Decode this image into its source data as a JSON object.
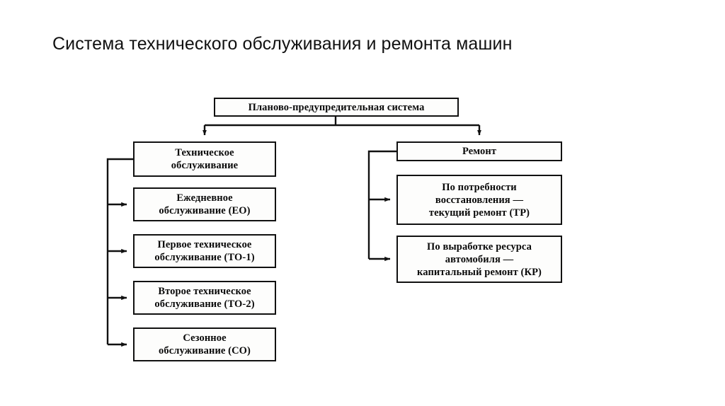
{
  "page": {
    "title": "Система технического обслуживания и ремонта машин",
    "background_color": "#ffffff",
    "line_color": "#111111",
    "text_color": "#0a0a0a"
  },
  "diagram": {
    "type": "hierarchy-flowchart",
    "root": {
      "id": "root",
      "label": "Планово-предупредительная система"
    },
    "branches": [
      {
        "id": "to",
        "label": "Техническое\nобслуживание",
        "children": [
          {
            "id": "eo",
            "label": "Ежедневное\nобслуживание (ЕО)"
          },
          {
            "id": "to1",
            "label": "Первое техническое\nобслуживание (ТО-1)"
          },
          {
            "id": "to2",
            "label": "Второе техническое\nобслуживание (ТО-2)"
          },
          {
            "id": "so",
            "label": "Сезонное\nобслуживание (СО)"
          }
        ]
      },
      {
        "id": "remont",
        "label": "Ремонт",
        "children": [
          {
            "id": "tr",
            "label": "По потребности\nвосстановления —\nтекущий ремонт (ТР)"
          },
          {
            "id": "kr",
            "label": "По выработке ресурса\nавтомобиля —\nкапитальный ремонт (КР)"
          }
        ]
      }
    ]
  }
}
